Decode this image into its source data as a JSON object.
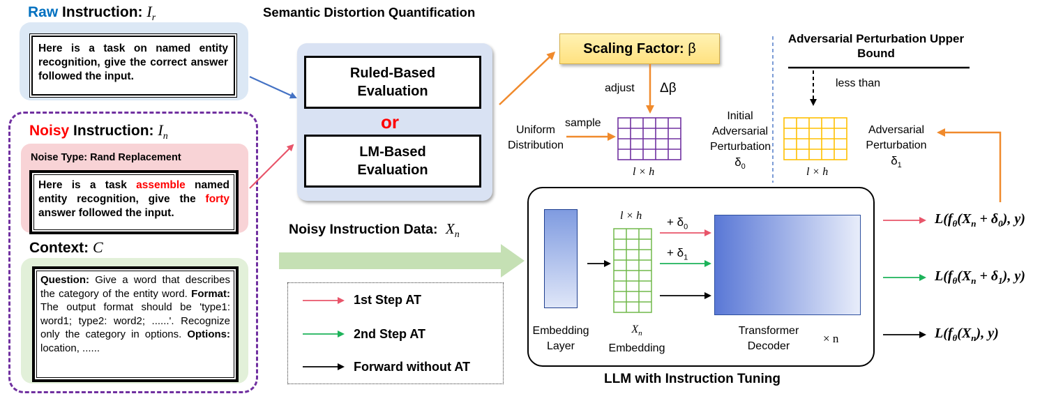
{
  "raw": {
    "title_word": "Raw",
    "title_rest": "Instruction:",
    "symbol": "I",
    "sub": "r",
    "text": "Here is a task on named entity recognition, give the correct answer followed the input."
  },
  "noisy": {
    "title_word": "Noisy",
    "title_rest": "Instruction:",
    "symbol": "I",
    "sub": "n",
    "noise_type": "Noise Type: Rand Replacement",
    "text_1": "Here is a task ",
    "text_red_1": "assemble",
    "text_2": " named entity recognition, give the ",
    "text_red_2": "forty",
    "text_3": " answer followed the input."
  },
  "context": {
    "title": "Context:",
    "symbol": "C",
    "q_label": "Question:",
    "q_text": " Give a word that describes the category of the entity word. ",
    "f_label": "Format:",
    "f_text": " The output format should be 'type1: word1; type2: word2; ......'. Recognize only the category in options. ",
    "o_label": "Options:",
    "o_text": " location, ......"
  },
  "sdq": {
    "title": "Semantic Distortion Quantification",
    "rule_based": "Ruled-Based Evaluation",
    "or": "or",
    "lm_based": "LM-Based Evaluation"
  },
  "noisy_data": {
    "label": "Noisy Instruction Data:",
    "symbol": "X",
    "sub": "n"
  },
  "scaling": {
    "label": "Scaling Factor",
    "symbol": "β"
  },
  "adjust": {
    "label": "adjust",
    "symbol": "Δβ"
  },
  "uniform": {
    "label": "Uniform Distribution",
    "sample": "sample"
  },
  "initial_pert": {
    "label": "Initial Adversarial Perturbation",
    "symbol": "δ",
    "sub": "0",
    "dims": "l × h"
  },
  "upper_bound": {
    "label": "Adversarial Perturbation Upper Bound",
    "less_than": "less than"
  },
  "adv_pert": {
    "label": "Adversarial Perturbation",
    "symbol": "δ",
    "sub": "1",
    "dims": "l × h"
  },
  "llm": {
    "caption": "LLM with Instruction Tuning",
    "embedding_layer": "Embedding Layer",
    "emb_symbol": "X",
    "emb_sub": "n",
    "emb_label": "Embedding",
    "emb_dims": "l × h",
    "plus_d0": "+ δ",
    "plus_d0_sub": "0",
    "plus_d1": "+ δ",
    "plus_d1_sub": "1",
    "decoder": "Transformer Decoder",
    "times_n": "× n"
  },
  "legend": {
    "items": [
      {
        "label": "1st Step AT",
        "color": "#e8556a"
      },
      {
        "label": "2nd Step AT",
        "color": "#1db35a"
      },
      {
        "label": "Forward without AT",
        "color": "#000000"
      }
    ]
  },
  "losses": [
    {
      "pre": "L(f",
      "theta": "θ",
      "arg": "(X",
      "argsub": "n",
      "pert": " + δ",
      "pertsub": "0",
      "post": "), y)",
      "color": "#e8556a"
    },
    {
      "pre": "L(f",
      "theta": "θ",
      "arg": "(X",
      "argsub": "n",
      "pert": " + δ",
      "pertsub": "1",
      "post": "), y)",
      "color": "#1db35a"
    },
    {
      "pre": "L(f",
      "theta": "θ",
      "arg": "(X",
      "argsub": "n",
      "pert": "",
      "pertsub": "",
      "post": "), y)",
      "color": "#000000"
    }
  ],
  "colors": {
    "orange": "#f08a2c",
    "purple_grid": "#7030a0",
    "yellow_grid": "#ffc000",
    "green_grid": "#70b84a",
    "blue_arrow": "#4472c4",
    "red_text": "#ff0000",
    "raw_blue": "#0070c0"
  }
}
